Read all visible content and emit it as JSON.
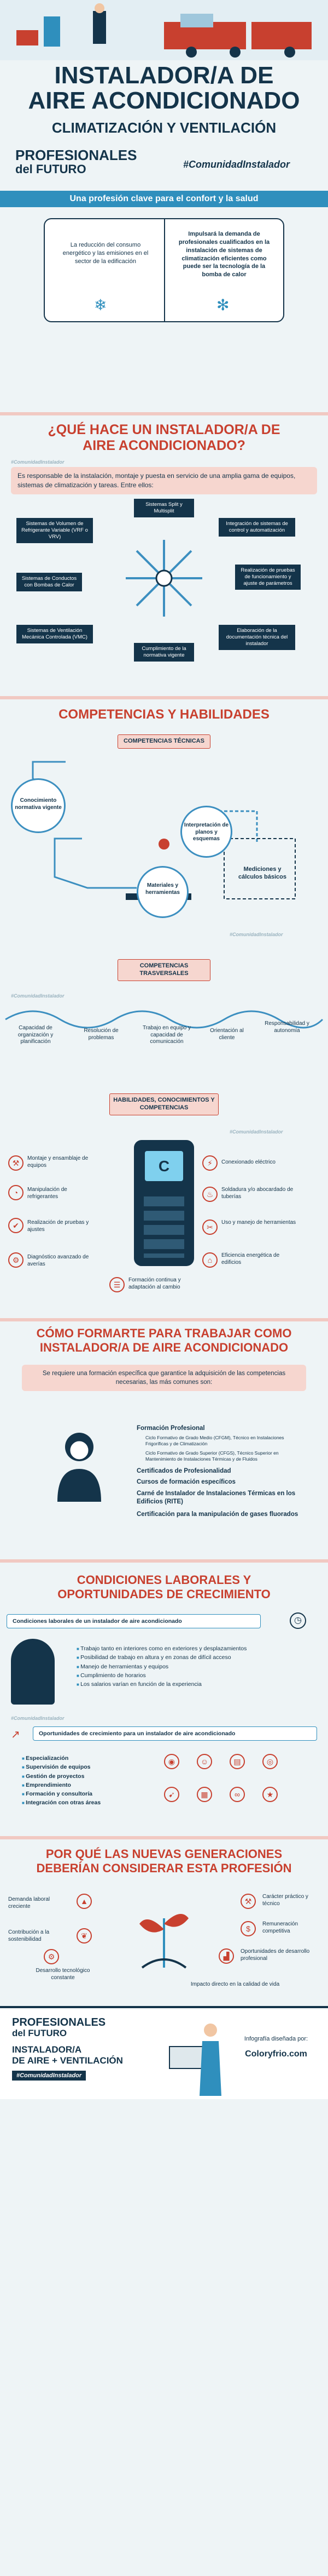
{
  "hero": {
    "title_line1": "INSTALADOR/A DE",
    "title_line2": "AIRE ACONDICIONADO",
    "subtitle": "CLIMATIZACIÓN Y VENTILACIÓN",
    "brand_line1": "PROFESIONALES",
    "brand_line2": "del FUTURO",
    "hashtag": "#ComunidadInstalador"
  },
  "intro": {
    "bar_text": "Una profesión clave para el confort y la salud",
    "left_text": "La reducción del consumo energético y las emisiones en el sector de la edificación",
    "right_text": "Impulsará la demanda de profesionales cualificados en la instalación de sistemas de climatización eficientes como puede ser la tecnología de la bomba de calor"
  },
  "que_hace": {
    "heading_line1": "¿QUÉ HACE UN INSTALADOR/A DE",
    "heading_line2": "AIRE ACONDICIONADO?",
    "watermark": "#ComunidadInstalador",
    "desc": "Es responsable de la instalación, montaje y puesta en servicio de una amplia gama de equipos, sistemas de climatización y tareas. Entre ellos:",
    "items": [
      "Sistemas de Volumen de Refrigerante Variable (VRF o VRV)",
      "Sistemas Split y Multisplit",
      "Integración de sistemas de control y automatización",
      "Sistemas de Conductos con Bombas de Calor",
      "Realización de pruebas de funcionamiento y ajuste de parámetros",
      "Sistemas de Ventilación Mecánica Controlada (VMC)",
      "Elaboración de la documentación técnica del instalador",
      "Cumplimiento de la normativa vigente"
    ]
  },
  "competencias": {
    "heading": "COMPETENCIAS Y HABILIDADES",
    "tecnicas": "COMPETENCIAS TÉCNICAS",
    "t_items": [
      "Conocimiento normativa vigente",
      "Interpretación de planos y esquemas",
      "Mediciones y cálculos básicos",
      "Materiales y herramientas"
    ],
    "watermark": "#ComunidadInstalador",
    "transversales": "COMPETENCIAS TRASVERSALES",
    "tr_items": [
      "Capacidad de organización y planificación",
      "Resolución de problemas",
      "Trabajo en equipo y capacidad de comunicación",
      "Orientación al cliente",
      "Responsabilidad y autonomía"
    ],
    "habilidades": "HABILIDADES, CONOCIMIENTOS Y COMPETENCIAS",
    "h_left": [
      "Montaje y ensamblaje de equipos",
      "Manipulación de refrigerantes",
      "Realización de pruebas y ajustes",
      "Diagnóstico avanzado de averías"
    ],
    "h_right": [
      "Conexionado eléctrico",
      "Soldadura y/o abocardado de tuberías",
      "Uso y manejo de herramientas",
      "Eficiencia energética de edificios"
    ],
    "h_bottom": "Formación continua y adaptación al cambio",
    "remote_symbol": "C"
  },
  "formacion": {
    "heading_line1": "CÓMO FORMARTE PARA TRABAJAR COMO",
    "heading_line2": "INSTALADOR/A DE AIRE ACONDICIONADO",
    "desc": "Se requiere una formación específica que garantice la adquisición de las competencias necesarias, las más comunes son:",
    "items": [
      "Formación Profesional",
      "Ciclo Formativo de Grado Medio (CFGM), Técnico en Instalaciones Frigoríficas y de Climatización",
      "Ciclo Formativo de Grado Superior (CFGS), Técnico Superior en Mantenimiento de Instalaciones Térmicas y de Fluidos",
      "Certificados de Profesionalidad",
      "Cursos de formación específicos",
      "Carné de Instalador de Instalaciones Térmicas en los Edificios (RITE)",
      "Certificación para la manipulación de gases fluorados"
    ]
  },
  "condiciones": {
    "heading_line1": "CONDICIONES LABORALES Y",
    "heading_line2": "OPORTUNIDADES DE CRECIMIENTO",
    "pill1": "Condiciones laborales de un instalador de aire acondicionado",
    "c_items": [
      "Trabajo tanto en interiores como en exteriores y desplazamientos",
      "Posibilidad de trabajo en altura y en zonas de difícil acceso",
      "Manejo de herramientas y equipos",
      "Cumplimiento de horarios",
      "Los salarios varían en función de la experiencia"
    ],
    "watermark": "#ComunidadInstalador",
    "pill2": "Oportunidades de crecimiento para un instalador de aire acondicionado",
    "o_items": [
      "Especialización",
      "Supervisión de equipos",
      "Gestión de proyectos",
      "Emprendimiento",
      "Formación y consultoría",
      "Integración con otras áreas"
    ]
  },
  "generaciones": {
    "heading_line1": "POR QUÉ LAS NUEVAS GENERACIONES",
    "heading_line2": "DEBERÍAN CONSIDERAR ESTA PROFESIÓN",
    "left": [
      "Demanda laboral creciente",
      "Contribución a la sostenibilidad",
      "Desarrollo tecnológico constante"
    ],
    "right": [
      "Carácter práctico y técnico",
      "Remuneración competitiva",
      "Oportunidades de desarrollo profesional",
      "Impacto directo en la calidad de vida"
    ]
  },
  "footer": {
    "brand_line1": "PROFESIONALES",
    "brand_line2": "del FUTURO",
    "title_line1": "INSTALADOR/A",
    "title_line2": "DE AIRE + VENTILACIÓN",
    "hashtag": "#ComunidadInstalador",
    "credit": "Infografía diseñada por:",
    "logo": "Coloryfrio.com"
  },
  "colors": {
    "accent_red": "#c8402f",
    "navy": "#14344a",
    "blue": "#2f8fbd"
  }
}
